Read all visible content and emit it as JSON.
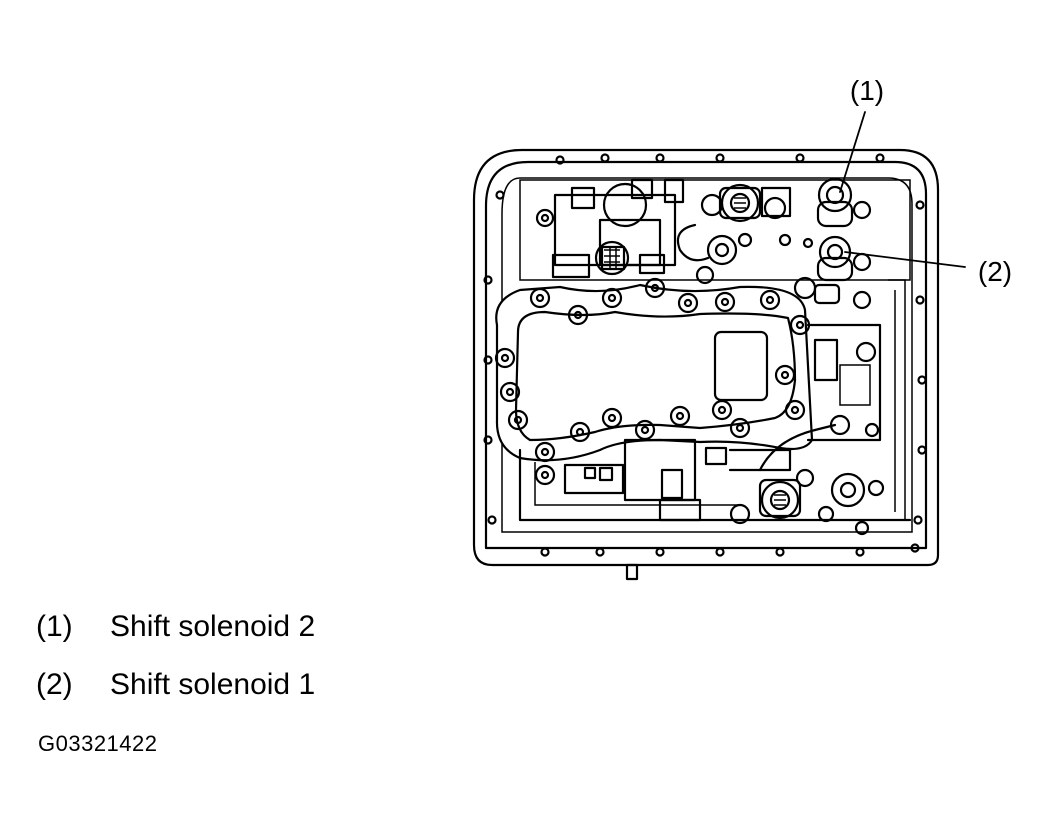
{
  "callouts": [
    {
      "id": "1",
      "label": "(1)"
    },
    {
      "id": "2",
      "label": "(2)"
    }
  ],
  "legend": [
    {
      "number": "(1)",
      "text": "Shift solenoid 2"
    },
    {
      "number": "(2)",
      "text": "Shift solenoid 1"
    }
  ],
  "figure_code": "G03321422",
  "colors": {
    "line": "#000000",
    "background": "#ffffff"
  }
}
